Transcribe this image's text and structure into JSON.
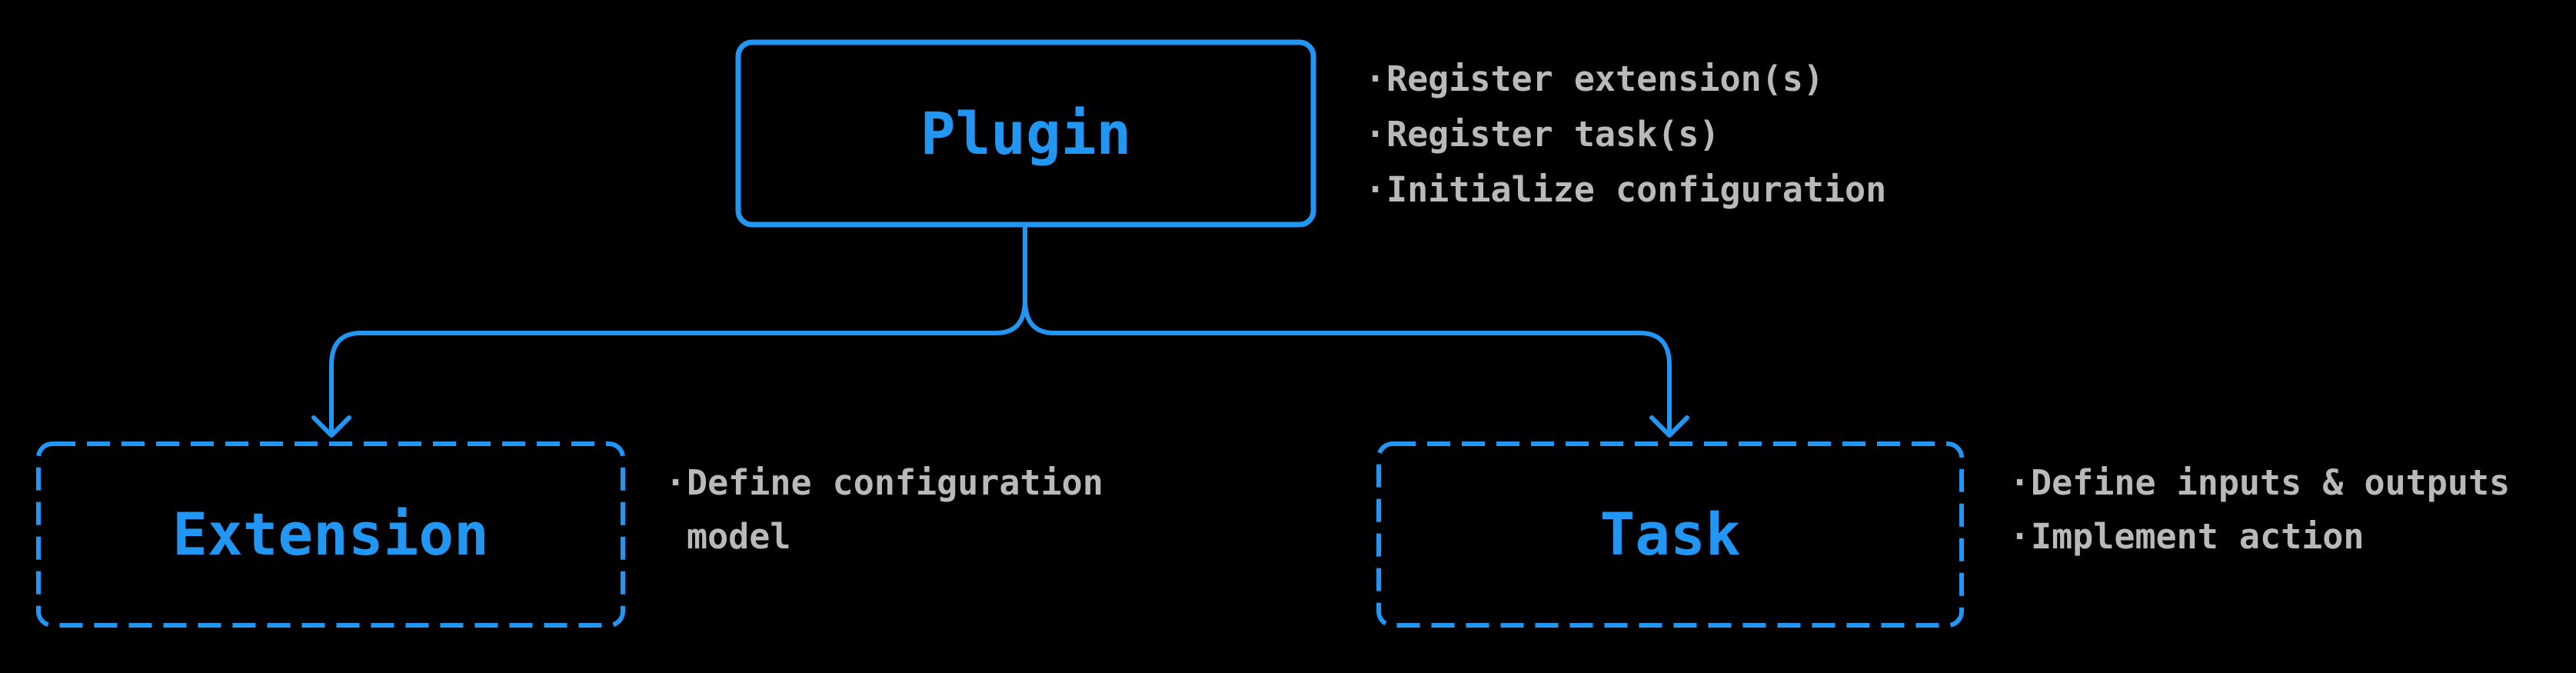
{
  "diagram": {
    "background_color": "#000000",
    "accent_color": "#2196f3",
    "note_text_color": "#b9b9b9",
    "nodes": [
      {
        "id": "plugin",
        "label": "Plugin",
        "border_style": "solid",
        "notes": [
          "Register extension(s)",
          "Register task(s)",
          "Initialize configuration"
        ]
      },
      {
        "id": "extension",
        "label": "Extension",
        "border_style": "dashed",
        "notes": [
          "Define configuration\nmodel"
        ]
      },
      {
        "id": "task",
        "label": "Task",
        "border_style": "dashed",
        "notes": [
          "Define inputs & outputs",
          "Implement action"
        ]
      }
    ],
    "edges": [
      {
        "from": "plugin",
        "to": "extension",
        "arrow": "down"
      },
      {
        "from": "plugin",
        "to": "task",
        "arrow": "down"
      }
    ]
  }
}
